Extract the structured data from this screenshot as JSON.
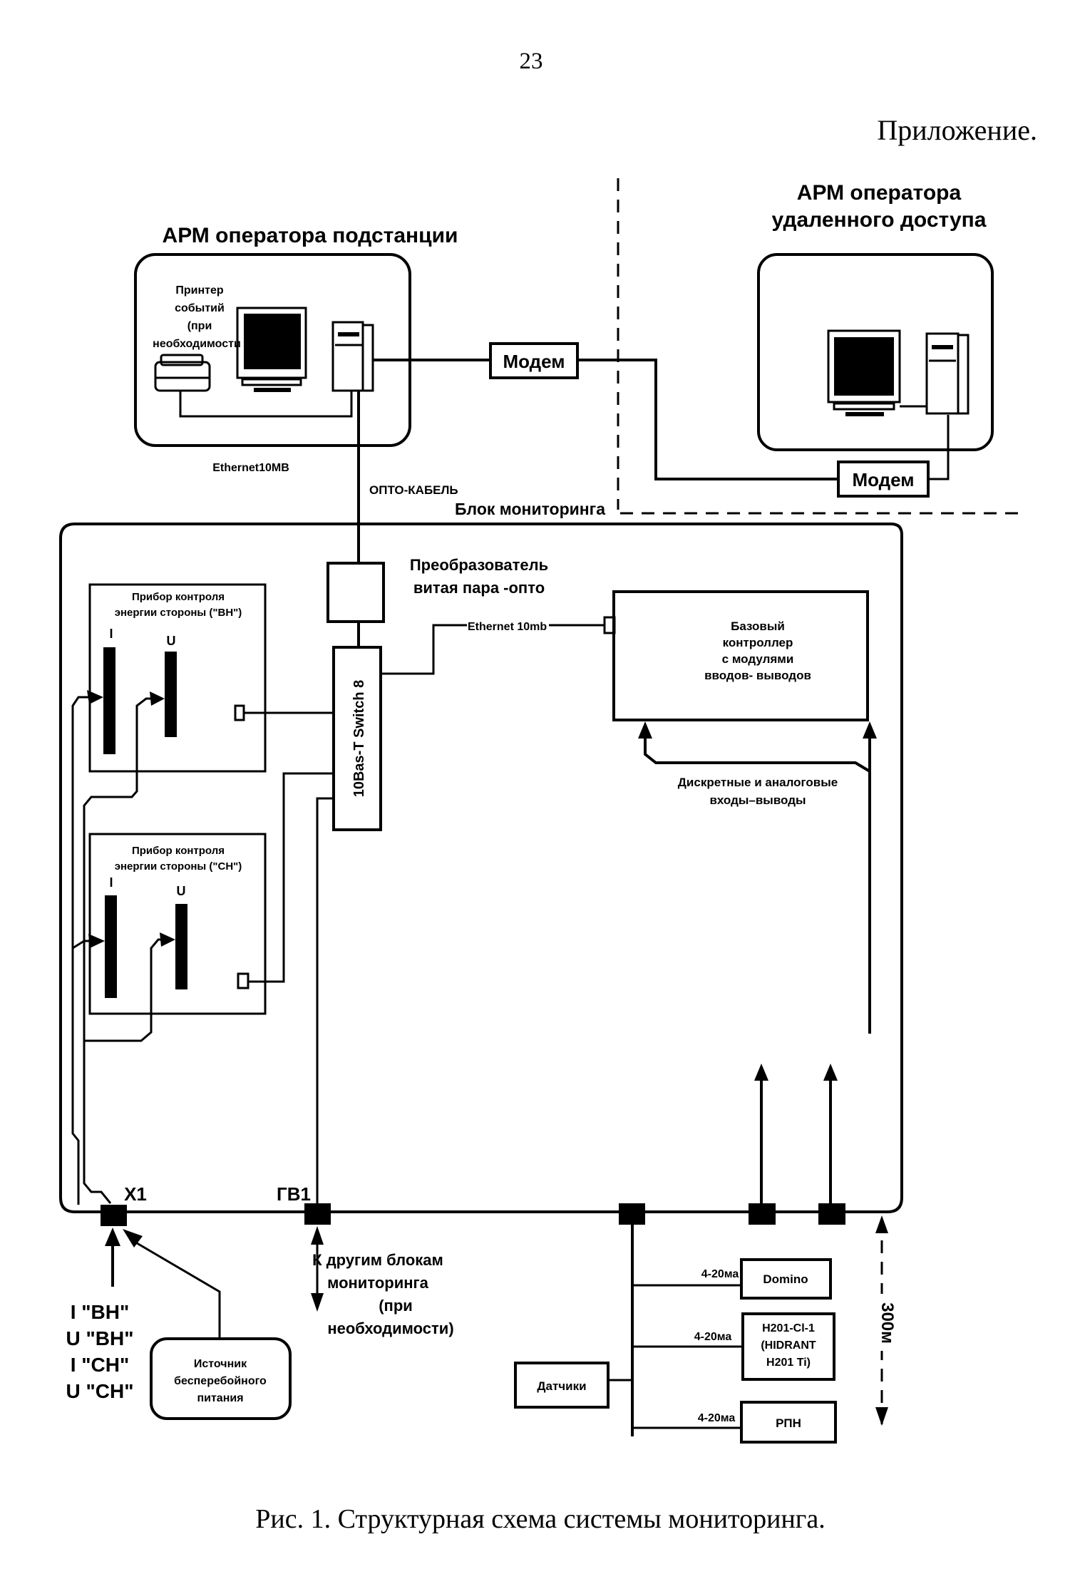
{
  "page": {
    "number": "23",
    "appendix_title": "Приложение.",
    "caption": "Рис. 1.  Структурная схема системы мониторинга."
  },
  "substation_workstation": {
    "title": "АРМ оператора подстанции",
    "printer_label": [
      "Принтер",
      "событий",
      "(при",
      "необходимости"
    ],
    "ethernet_label": "Ethernet10MB"
  },
  "remote_workstation": {
    "title_lines": [
      "АРМ оператора",
      "удаленного доступа"
    ]
  },
  "modems": {
    "local": "Модем",
    "remote": "Модем"
  },
  "links": {
    "opto_cable": "ОПТО-КАБЕЛЬ",
    "ethernet_10mb": "Ethernet 10mb",
    "range_label": "300м"
  },
  "monitoring_block": {
    "title": "Блок мониторинга",
    "converter_label": [
      "Преобразователь",
      "витая пара -опто"
    ],
    "switch_label": "10Bas-T Switch 8",
    "controller_label": [
      "Базовый",
      "контроллер",
      "с модулями",
      "вводов- выводов"
    ],
    "io_label": [
      "Дискретные  и аналоговые",
      "входы–выводы"
    ],
    "meter_hv": {
      "title": [
        "Прибор контроля",
        "энергии стороны  (\"ВН\")"
      ],
      "current_label": "I",
      "voltage_label": "U"
    },
    "meter_mv": {
      "title": [
        "Прибор контроля",
        "энергии стороны  (\"СН\")"
      ],
      "current_label": "I",
      "voltage_label": "U"
    }
  },
  "terminals": {
    "x1": "X1",
    "gv1": "ГВ1"
  },
  "inputs": {
    "signals": [
      "I  \"ВН\"",
      "U  \"ВН\"",
      "I  \"СН\"",
      "U  \"СН\""
    ],
    "ups_label": [
      "Источник",
      "бесперебойного",
      "питания"
    ],
    "other_blocks": [
      "К другим  блокам",
      "мониторинга",
      "(при",
      "необходимости)"
    ]
  },
  "sensors": {
    "hub_label": "Датчики",
    "devices": [
      {
        "name": [
          "Domino"
        ],
        "signal": "4-20ма"
      },
      {
        "name": [
          "H201-Cl-1",
          "(HIDRANT",
          "H201 Ti)"
        ],
        "signal": "4-20ма"
      },
      {
        "name": [
          "РПН"
        ],
        "signal": "4-20ма"
      }
    ]
  }
}
